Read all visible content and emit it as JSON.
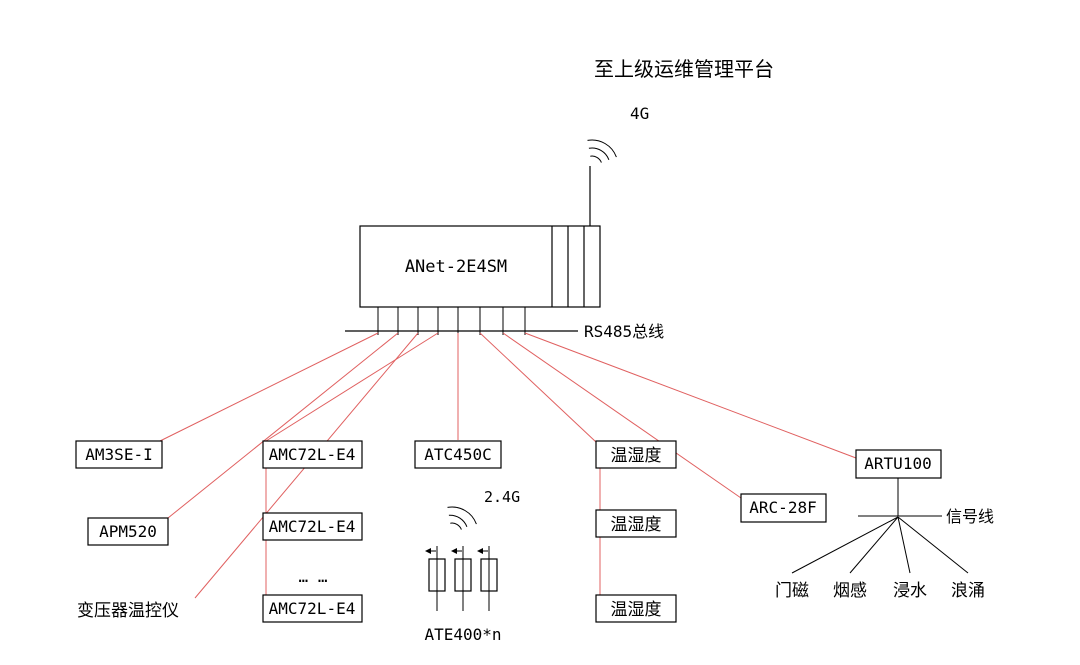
{
  "title": "至上级运维管理平台",
  "gateway": {
    "label": "ANet-2E4SM",
    "wireless": "4G"
  },
  "bus": {
    "label": "RS485总线"
  },
  "left_column": {
    "am3se": "AM3SE-I",
    "apm520": "APM520",
    "transformer_controller": "变压器温控仪"
  },
  "amc_column": {
    "boxes": [
      "AMC72L-E4",
      "AMC72L-E4",
      "AMC72L-E4"
    ],
    "ellipsis": "… …"
  },
  "atc_column": {
    "label": "ATC450C",
    "wireless": "2.4G",
    "sensor_label": "ATE400*n"
  },
  "humidity_column": {
    "boxes": [
      "温湿度",
      "温湿度",
      "温湿度"
    ]
  },
  "right_column": {
    "arc28f": "ARC-28F",
    "artu100": "ARTU100",
    "signal_line": "信号线",
    "sensors": [
      "门磁",
      "烟感",
      "浸水",
      "浪涌"
    ]
  },
  "colors": {
    "line": "#000000",
    "connector": "#e06060",
    "background": "#ffffff"
  }
}
